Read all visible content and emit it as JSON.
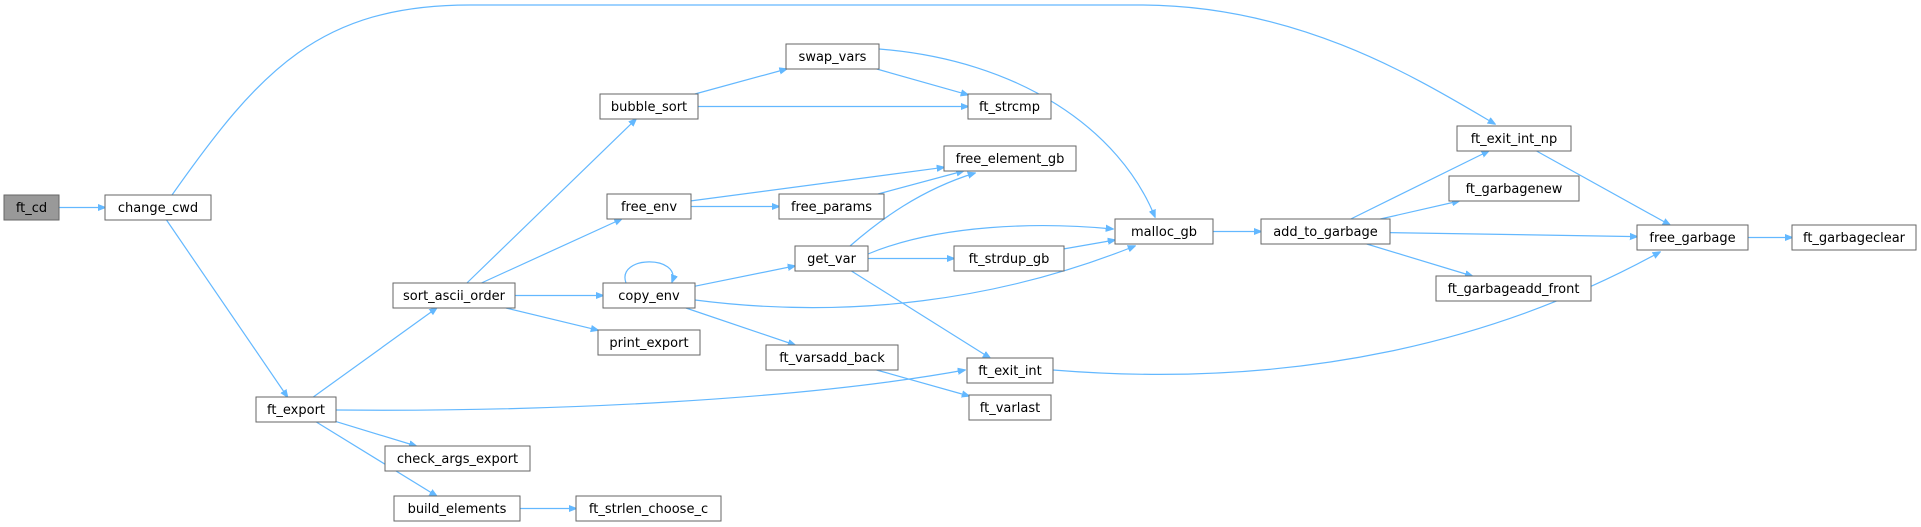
{
  "colors": {
    "edge": "#63b8ff",
    "node_fill": "#ffffff",
    "root_fill": "#999999",
    "border": "#666666"
  },
  "root": "ft_cd",
  "nodes": [
    "ft_cd",
    "change_cwd",
    "ft_export",
    "sort_ascii_order",
    "check_args_export",
    "build_elements",
    "bubble_sort",
    "free_env",
    "copy_env",
    "print_export",
    "ft_strlen_choose_c",
    "swap_vars",
    "free_params",
    "get_var",
    "ft_varsadd_back",
    "ft_strcmp",
    "free_element_gb",
    "ft_strdup_gb",
    "ft_exit_int",
    "ft_varlast",
    "malloc_gb",
    "add_to_garbage",
    "ft_exit_int_np",
    "ft_garbagenew",
    "ft_garbageadd_front",
    "free_garbage",
    "ft_garbageclear"
  ],
  "edges": [
    [
      "ft_cd",
      "change_cwd"
    ],
    [
      "change_cwd",
      "ft_exit_int_np"
    ],
    [
      "change_cwd",
      "ft_export"
    ],
    [
      "ft_export",
      "sort_ascii_order"
    ],
    [
      "ft_export",
      "ft_exit_int"
    ],
    [
      "ft_export",
      "check_args_export"
    ],
    [
      "ft_export",
      "build_elements"
    ],
    [
      "build_elements",
      "ft_strlen_choose_c"
    ],
    [
      "sort_ascii_order",
      "bubble_sort"
    ],
    [
      "sort_ascii_order",
      "free_env"
    ],
    [
      "sort_ascii_order",
      "copy_env"
    ],
    [
      "sort_ascii_order",
      "print_export"
    ],
    [
      "bubble_sort",
      "swap_vars"
    ],
    [
      "bubble_sort",
      "ft_strcmp"
    ],
    [
      "swap_vars",
      "ft_strcmp"
    ],
    [
      "swap_vars",
      "malloc_gb"
    ],
    [
      "free_env",
      "free_element_gb"
    ],
    [
      "free_env",
      "free_params"
    ],
    [
      "free_params",
      "free_element_gb"
    ],
    [
      "copy_env",
      "copy_env"
    ],
    [
      "copy_env",
      "get_var"
    ],
    [
      "copy_env",
      "malloc_gb"
    ],
    [
      "copy_env",
      "ft_varsadd_back"
    ],
    [
      "get_var",
      "free_element_gb"
    ],
    [
      "get_var",
      "malloc_gb"
    ],
    [
      "get_var",
      "ft_strdup_gb"
    ],
    [
      "get_var",
      "ft_exit_int"
    ],
    [
      "ft_strdup_gb",
      "malloc_gb"
    ],
    [
      "ft_varsadd_back",
      "ft_varlast"
    ],
    [
      "ft_exit_int",
      "free_garbage"
    ],
    [
      "malloc_gb",
      "add_to_garbage"
    ],
    [
      "add_to_garbage",
      "ft_exit_int_np"
    ],
    [
      "add_to_garbage",
      "ft_garbagenew"
    ],
    [
      "add_to_garbage",
      "free_garbage"
    ],
    [
      "add_to_garbage",
      "ft_garbageadd_front"
    ],
    [
      "ft_exit_int_np",
      "free_garbage"
    ],
    [
      "free_garbage",
      "ft_garbageclear"
    ]
  ]
}
